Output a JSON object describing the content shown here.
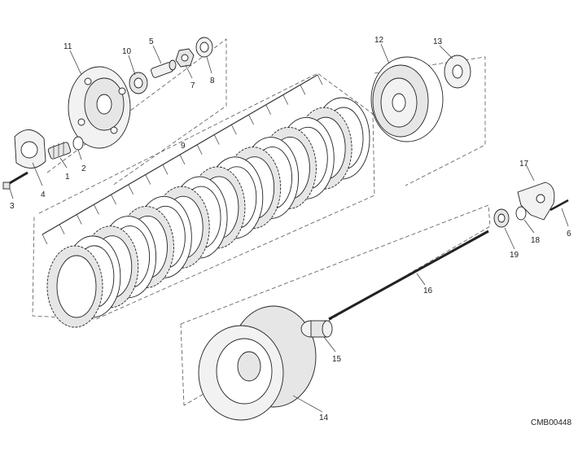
{
  "callouts": [
    {
      "id": "c1",
      "label": "1"
    },
    {
      "id": "c2",
      "label": "2"
    },
    {
      "id": "c3",
      "label": "3"
    },
    {
      "id": "c4",
      "label": "4"
    },
    {
      "id": "c5",
      "label": "5"
    },
    {
      "id": "c6",
      "label": "6"
    },
    {
      "id": "c7",
      "label": "7"
    },
    {
      "id": "c8",
      "label": "8"
    },
    {
      "id": "c9",
      "label": "9"
    },
    {
      "id": "c10",
      "label": "10"
    },
    {
      "id": "c11",
      "label": "11"
    },
    {
      "id": "c12",
      "label": "12"
    },
    {
      "id": "c13",
      "label": "13"
    },
    {
      "id": "c14",
      "label": "14"
    },
    {
      "id": "c15",
      "label": "15"
    },
    {
      "id": "c16",
      "label": "16"
    },
    {
      "id": "c17",
      "label": "17"
    },
    {
      "id": "c18",
      "label": "18"
    },
    {
      "id": "c19",
      "label": "19"
    }
  ],
  "drawing_code": "CMB00448",
  "colors": {
    "line": "#222222",
    "plate_fill": "#e6e6e6",
    "metal_fill": "#f2f2f2",
    "background": "#ffffff"
  }
}
